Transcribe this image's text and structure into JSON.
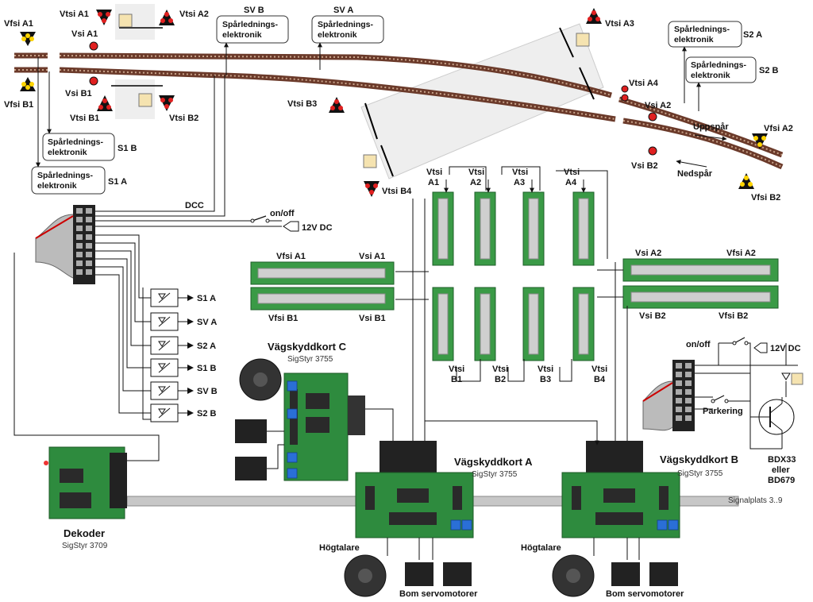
{
  "signals": {
    "vfsi_a1": "Vfsi A1",
    "vfsi_b1": "Vfsi B1",
    "vtsi_a1": "Vtsi A1",
    "vtsi_a2": "Vtsi A2",
    "vsi_a1": "Vsi A1",
    "vsi_b1": "Vsi B1",
    "vtsi_b1": "Vtsi B1",
    "vtsi_b2": "Vtsi B2",
    "vtsi_a3": "Vtsi A3",
    "vtsi_a4": "Vtsi A4",
    "vtsi_b3": "Vtsi B3",
    "vtsi_b4": "Vtsi B4",
    "vsi_a2": "Vsi A2",
    "vsi_b2": "Vsi B2",
    "vfsi_a2": "Vfsi A2",
    "vfsi_b2": "Vfsi B2"
  },
  "track_labels": {
    "sv_b": "SV B",
    "sv_a": "SV A",
    "uppspar": "Uppspår",
    "nedspar": "Nedspår",
    "dcc": "DCC",
    "signalplats": "Signalplats 3..9"
  },
  "detectors": {
    "line1": "Spårlednings-",
    "line2": "elektronik",
    "sv_b_line1": "Spårlednings-",
    "sv_b_line2": "elektronik",
    "sv_a_line1": "Spårlednings-",
    "sv_a_line2": "elektronik",
    "s2a_line1": "Spårlednings-",
    "s2a_line2": "elektronik",
    "s2b_line1": "Spårlednings-",
    "s2b_line2": "elektronik",
    "s1b_line1": "Spårlednings-",
    "s1b_line2": "elektronik",
    "s1a_line1": "Spårlednings-",
    "s1a_line2": "elektronik",
    "s2a": "S2 A",
    "s2b": "S2 B",
    "s1b": "S1 B",
    "s1a": "S1 A"
  },
  "power": {
    "onoff_1": "on/off",
    "v12_1": "12V DC",
    "onoff_2": "on/off",
    "v12_2": "12V DC",
    "parkering": "Parkering",
    "transistor_1": "BDX33",
    "transistor_2": "eller",
    "transistor_3": "BD679"
  },
  "optocouplers": [
    "S1 A",
    "SV A",
    "S2 A",
    "S1 B",
    "SV B",
    "S2 B"
  ],
  "signal_boards": {
    "left_top_1": "Vfsi A1",
    "left_top_2": "Vsi A1",
    "left_bot_1": "Vfsi  B1",
    "left_bot_2": "Vsi B1",
    "right_top_1": "Vsi A2",
    "right_top_2": "Vfsi A2",
    "right_bot_1": "Vsi B2",
    "right_bot_2": "Vfsi  B2",
    "top_col": [
      [
        "Vtsi",
        "A1"
      ],
      [
        "Vtsi",
        "A2"
      ],
      [
        "Vtsi",
        "A3"
      ],
      [
        "Vtsi",
        "A4"
      ]
    ],
    "bot_col": [
      [
        "Vtsi",
        "B1"
      ],
      [
        "Vtsi",
        "B2"
      ],
      [
        "Vtsi",
        "B3"
      ],
      [
        "Vtsi",
        "B4"
      ]
    ]
  },
  "cards": {
    "c_title": "Vägskyddkort C",
    "c_sub": "SigStyr 3755",
    "a_title": "Vägskyddkort A",
    "a_sub": "SigStyr 3755",
    "b_title": "Vägskyddkort B",
    "b_sub": "SigStyr 3755",
    "dek_title": "Dekoder",
    "dek_sub": "SigStyr 3709"
  },
  "bottom": {
    "hogtalare_a": "Högtalare",
    "bom_a": "Bom servomotorer",
    "hogtalare_b": "Högtalare",
    "bom_b": "Bom servomotorer"
  }
}
